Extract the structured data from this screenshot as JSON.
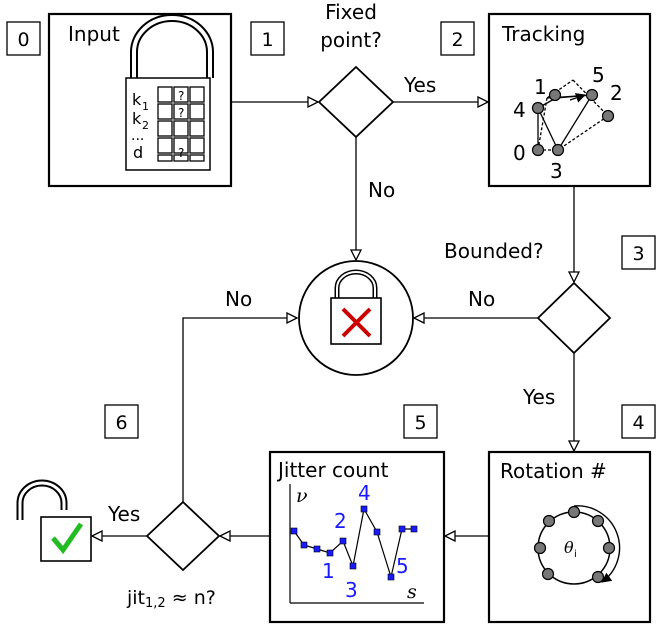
{
  "steps": {
    "s0": "0",
    "s1": "1",
    "s2": "2",
    "s3": "3",
    "s4": "4",
    "s5": "5",
    "s6": "6"
  },
  "boxes": {
    "input": "Input",
    "tracking": "Tracking",
    "rotation": "Rotation #",
    "jitter": "Jitter count"
  },
  "decisions": {
    "fixed_point_line1": "Fixed",
    "fixed_point_line2": "point?",
    "bounded": "Bounded?",
    "jit_prefix": "jit",
    "jit_sub": "1,2",
    "jit_suffix": " ≈ n?"
  },
  "edges": {
    "yes_fixed": "Yes",
    "no_fixed": "No",
    "no_bounded": "No",
    "yes_bounded": "Yes",
    "no_left": "No",
    "yes_final": "Yes"
  },
  "input_icon": {
    "k1": "k",
    "k1_sub": "1",
    "k2": "k",
    "k2_sub": "2",
    "ellipsis": "...",
    "d": "d",
    "unknown": "?"
  },
  "tracking_icon": {
    "labels": [
      "1",
      "5",
      "2",
      "4",
      "0",
      "3"
    ]
  },
  "rotation_icon": {
    "theta": "θ",
    "theta_sub": "i"
  },
  "jitter_icon": {
    "y_axis": "ν",
    "x_axis": "s",
    "peak_labels": [
      "1",
      "2",
      "3",
      "4",
      "5"
    ]
  },
  "icons": {
    "locked": "padlock-cross-icon",
    "unlocked": "padlock-check-icon"
  },
  "colors": {
    "fail": "#cc0000",
    "success": "#22bb22",
    "accent": "#1a1aff",
    "dot": "#777777"
  }
}
